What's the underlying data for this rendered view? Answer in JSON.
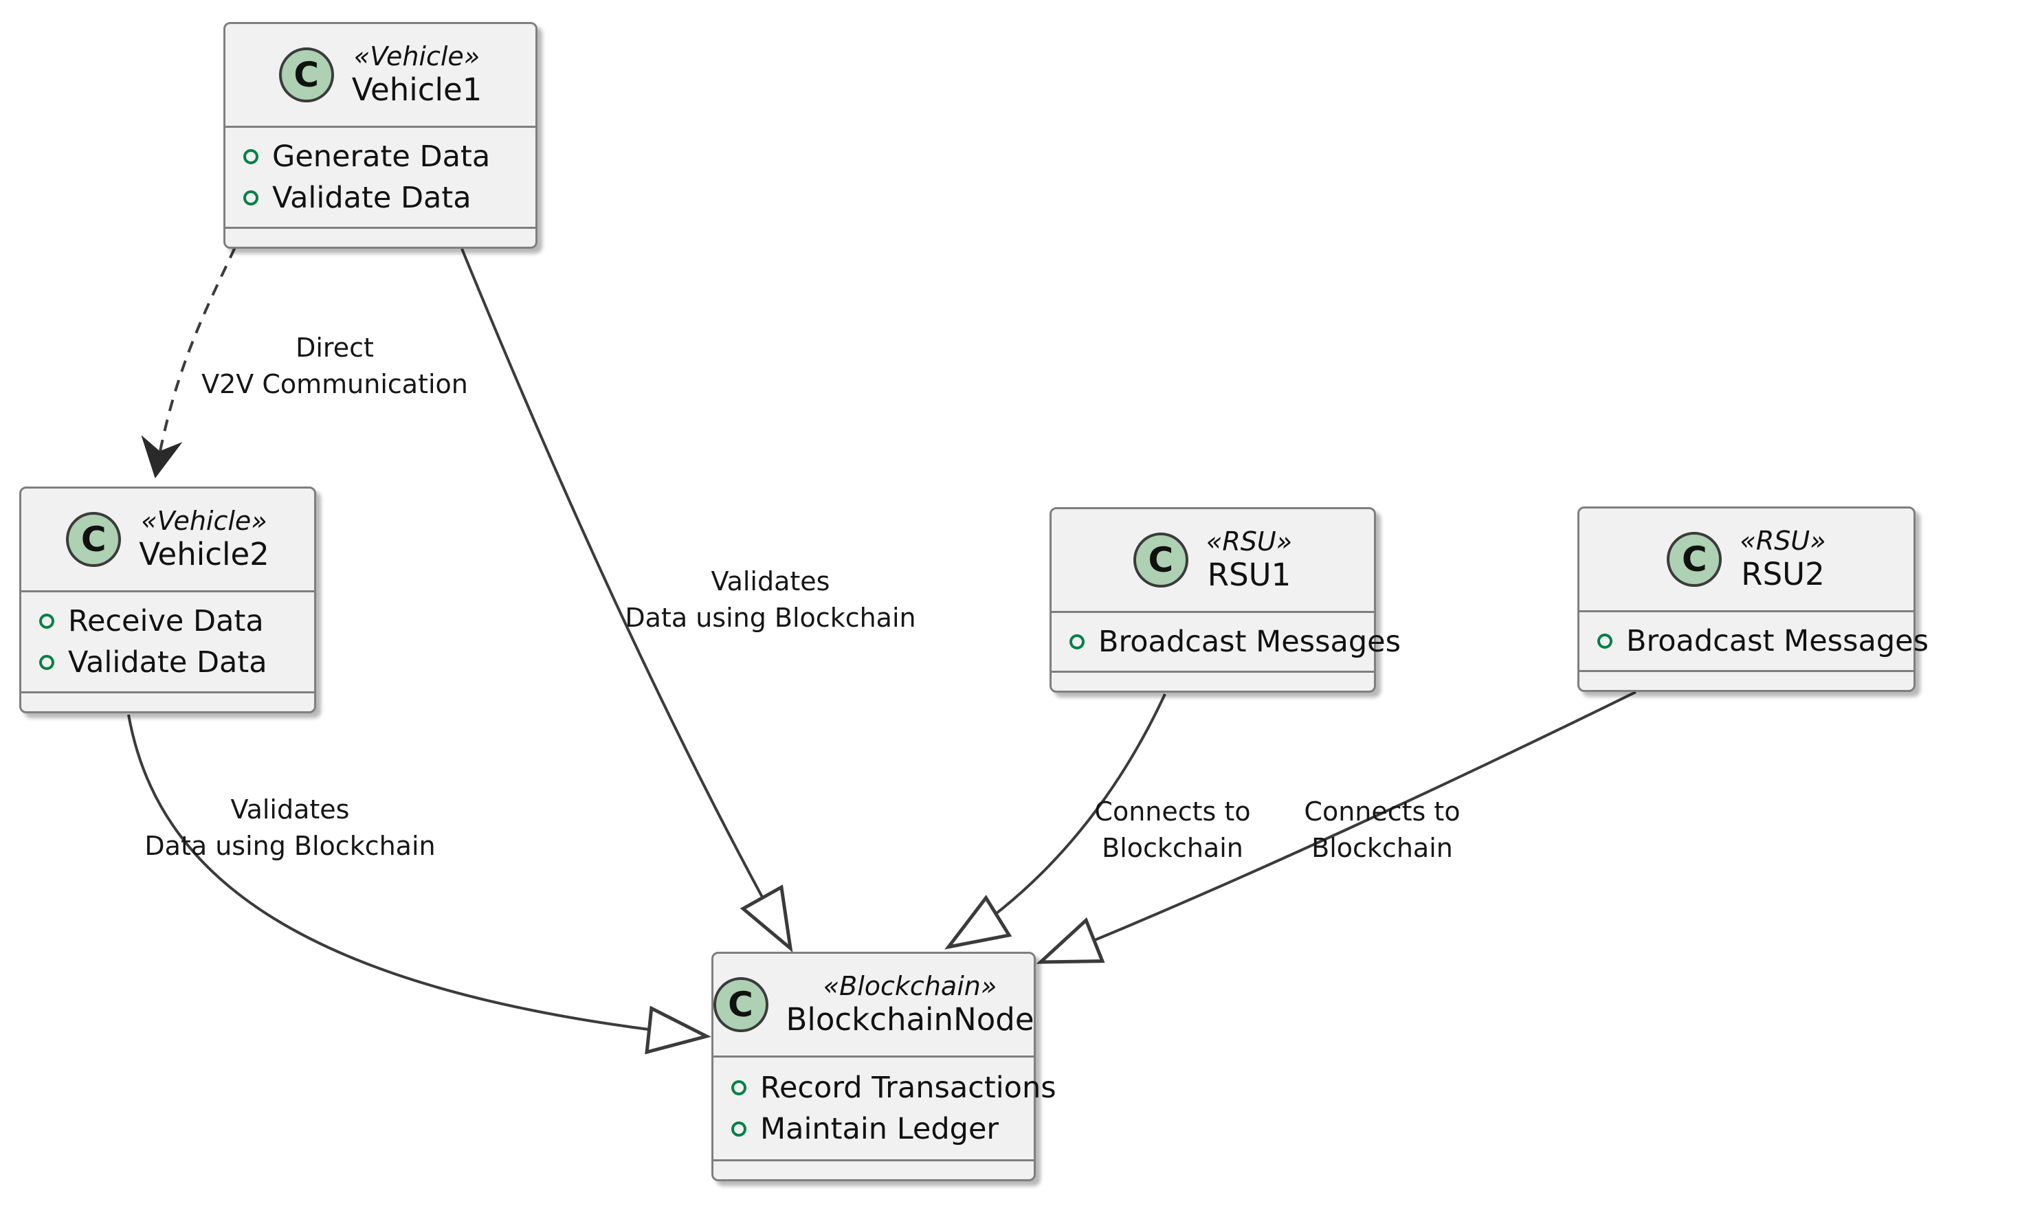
{
  "colors": {
    "background": "#ffffff",
    "node_fill": "#f1f1f1",
    "node_border": "#7f7f7f",
    "badge_fill": "#add1b2",
    "badge_border": "#3b3b3b",
    "bullet_green": "#038048",
    "edge_color": "#3b3b3b",
    "text_color": "#111111"
  },
  "nodes": [
    {
      "badge": "C",
      "stereotype": "«Vehicle»",
      "name": "Vehicle1",
      "members": [
        "Generate Data",
        "Validate Data"
      ]
    },
    {
      "badge": "C",
      "stereotype": "«Vehicle»",
      "name": "Vehicle2",
      "members": [
        "Receive Data",
        "Validate Data"
      ]
    },
    {
      "badge": "C",
      "stereotype": "«RSU»",
      "name": "RSU1",
      "members": [
        "Broadcast Messages"
      ]
    },
    {
      "badge": "C",
      "stereotype": "«RSU»",
      "name": "RSU2",
      "members": [
        "Broadcast Messages"
      ]
    },
    {
      "badge": "C",
      "stereotype": "«Blockchain»",
      "name": "BlockchainNode",
      "members": [
        "Record Transactions",
        "Maintain Ledger"
      ]
    }
  ],
  "edges": [
    {
      "from": "Vehicle1",
      "to": "Vehicle2",
      "style": "dashed",
      "arrowhead": "filled-vee",
      "label": [
        "Direct",
        "V2V Communication"
      ]
    },
    {
      "from": "Vehicle1",
      "to": "BlockchainNode",
      "style": "solid",
      "arrowhead": "hollow-triangle",
      "label": [
        "Validates",
        "Data using Blockchain"
      ]
    },
    {
      "from": "Vehicle2",
      "to": "BlockchainNode",
      "style": "solid",
      "arrowhead": "hollow-triangle",
      "label": [
        "Validates",
        "Data using Blockchain"
      ]
    },
    {
      "from": "RSU1",
      "to": "BlockchainNode",
      "style": "solid",
      "arrowhead": "hollow-triangle",
      "label": [
        "Connects to",
        "Blockchain"
      ]
    },
    {
      "from": "RSU2",
      "to": "BlockchainNode",
      "style": "solid",
      "arrowhead": "hollow-triangle",
      "label": [
        "Connects to",
        "Blockchain"
      ]
    }
  ]
}
